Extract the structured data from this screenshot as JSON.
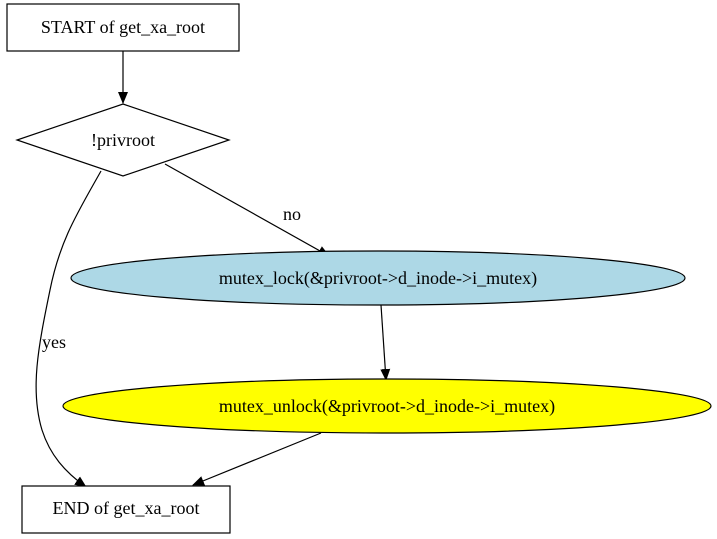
{
  "nodes": {
    "start": {
      "label": "START of get_xa_root"
    },
    "decision": {
      "label": "!privroot"
    },
    "lock": {
      "label": "mutex_lock(&privroot->d_inode->i_mutex)",
      "fill": "#add8e6"
    },
    "unlock": {
      "label": "mutex_unlock(&privroot->d_inode->i_mutex)",
      "fill": "#ffff00"
    },
    "end": {
      "label": "END of get_xa_root"
    }
  },
  "edges": {
    "no_label": "no",
    "yes_label": "yes"
  }
}
